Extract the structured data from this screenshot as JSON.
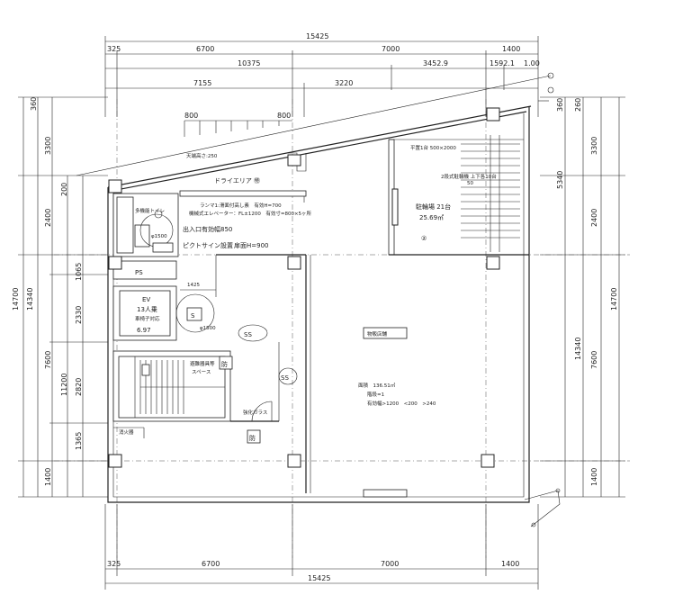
{
  "dimensions": {
    "total_width_top": "15425",
    "total_width_bottom": "15425",
    "top_row": [
      "325",
      "6700",
      "7000",
      "1400"
    ],
    "bottom_row": [
      "325",
      "6700",
      "7000",
      "1400"
    ],
    "second_row": [
      "10375",
      "3452.9",
      "1592.1",
      "1.00"
    ],
    "third_row": [
      "7155",
      "3220"
    ],
    "balcony_sub": [
      "800",
      "800"
    ],
    "left_outer": "14700",
    "left_inner": "14340",
    "left_split": [
      "3300",
      "2400",
      "7600",
      "1400"
    ],
    "left_detail": [
      "360",
      "200",
      "1065",
      "2330",
      "11200",
      "2820",
      "1365"
    ],
    "right_outer": "14700",
    "right_inner": "14340",
    "right_split": [
      "3300",
      "2400",
      "7600",
      "1400"
    ],
    "right_detail": [
      "360",
      "260",
      "5340"
    ]
  },
  "labels": {
    "dry_area": "ドライエリア",
    "dry_area_mark": "㊕",
    "dry_note": "天端高さ:250",
    "ramp_note": "ランマ1:滑面付高し素　有効H=700",
    "elevator_note": "機械式エレベーター：FL±1200　有効寸=800×5ヶ所",
    "parking_note_1": "平置1台 500×2000",
    "parking_note_2": "2段式駐輪機 上下各10台",
    "parking_count": "駐輪場 21台",
    "parking_area": "25.69㎡",
    "parking_mark": "②",
    "toilet": "多機能トイレ",
    "toilet_diam": "φ1500",
    "entrance_width": "出入口有効幅850",
    "pictogram": "ピクトサイン設置",
    "door_width": "扉面H=900",
    "ps": "PS",
    "ev_title": "EV",
    "ev_capacity": "13人乗",
    "ev_area_label": "車椅子対応",
    "ev_area": "6.97",
    "s_mark": "S",
    "s_diam": "φ1500",
    "ss_1": "SS",
    "ss_2": "SS",
    "shop_title": "物販店舗",
    "shop_area": "面積　136.51㎡",
    "shop_level": "階段=1",
    "shop_note": "有効幅>1200　<200　>240",
    "stair_note_1": "避難器具等",
    "stair_note_2": "スペース",
    "fire_mark": "防",
    "fire_mark_2": "防",
    "glass_note": "強化ガラス",
    "extinguisher": "消火器",
    "dim_1425": "1425",
    "dim_50": "50"
  },
  "colors": {
    "line": "#222222",
    "background": "#ffffff"
  }
}
